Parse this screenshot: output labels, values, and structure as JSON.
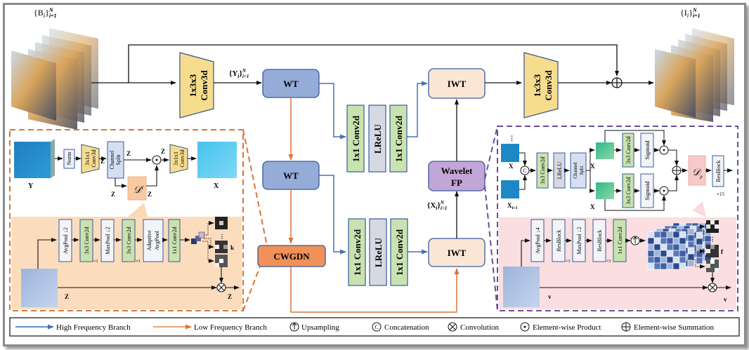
{
  "top": {
    "input_label": "{B",
    "input_sub": "i",
    "input_sup": "N",
    "input_range": "i=1",
    "output_label": "{I",
    "output_sub": "i",
    "output_sup": "N",
    "output_range": "i=1",
    "conv_in_l1": "1x3x3",
    "conv_in_l2": "Conv3d",
    "conv_out_l1": "1x3x3",
    "conv_out_l2": "Conv3d",
    "y_label": "{Y",
    "y_sub": "i",
    "y_sup": "N",
    "y_range": "i=1"
  },
  "center": {
    "wt1": "WT",
    "wt2": "WT",
    "cwgdn": "CWGDN",
    "iwt1": "IWT",
    "iwt2": "IWT",
    "wavelet_fp_l1": "Wavelet",
    "wavelet_fp_l2": "FP",
    "hf_upper": [
      "1x1 Conv2d",
      "LReLU",
      "1x1 Conv2d"
    ],
    "hf_lower": [
      "1x1 Conv2d",
      "LReLU",
      "1x1 Conv2d"
    ],
    "x_label": "{X",
    "x_sub": "i",
    "x_sup": "N",
    "x_range": "i=1"
  },
  "left_panel": {
    "y_in": "Y",
    "x_out": "X",
    "norm": "Norm",
    "conv_a": "3x1x1",
    "conv_a2": "Conv3d",
    "split_l1": "Channel",
    "split_l2": "Split",
    "z": "Z",
    "z2": "Z",
    "z1": "Z",
    "zstar": "Z",
    "z1tilde": "Z",
    "dc": "𝒟",
    "dc_sub": "c",
    "conv_b": "3x1x1",
    "conv_b2": "Conv3d",
    "chain": [
      "AvgPool ↓2",
      "3x3 Conv2d",
      "MaxPool ↓2",
      "3x3 Conv2d",
      "Adaptive",
      "AvgPool",
      "1x1 Conv2d"
    ],
    "times3": "×3",
    "k": "k",
    "z1_bottom": "Z",
    "z1tilde_bottom": "Z"
  },
  "right_panel": {
    "xi": "X",
    "xi1": "X",
    "xi1_sub": "i+1",
    "concat": "C",
    "conv": "3x3 Conv2d",
    "lrelu": "LReLU",
    "split_l1": "Channel",
    "split_l2": "Split",
    "xt1": "X",
    "xt2": "X",
    "conv_top": "3x3 Conv2d",
    "conv_bot": "3x3 Conv2d",
    "sig_top": "Sigmoid",
    "sig_bot": "Sigmoid",
    "dp": "𝒟",
    "dp_sub": "p",
    "resblock": "ResBlock",
    "times15": "×15",
    "chain": [
      "AvgPool ↓4",
      "ResBlock",
      "MaxPool ↓2",
      "ResBlock",
      "1x1 Conv2d"
    ],
    "times3": "×3",
    "f": "f",
    "v": "v",
    "vtilde": "v"
  },
  "legend": {
    "high": "High Frequency Branch",
    "low": "Low Frequency Branch",
    "up": "Upsampling",
    "concat": "Concatenation",
    "conv": "Convolution",
    "prod": "Element-wise Product",
    "sum": "Element-wise Summation"
  },
  "colors": {
    "high_branch": "#4a6fb5",
    "low_branch": "#d8753a",
    "wt_fill": "#95acd8",
    "iwt_fill": "#fbe6d6",
    "cwgdn_fill": "#ef9158",
    "fp_fill": "#c3a6d8",
    "conv_green": "#c9e3b0",
    "conv_yellow": "#f6dd8e"
  }
}
